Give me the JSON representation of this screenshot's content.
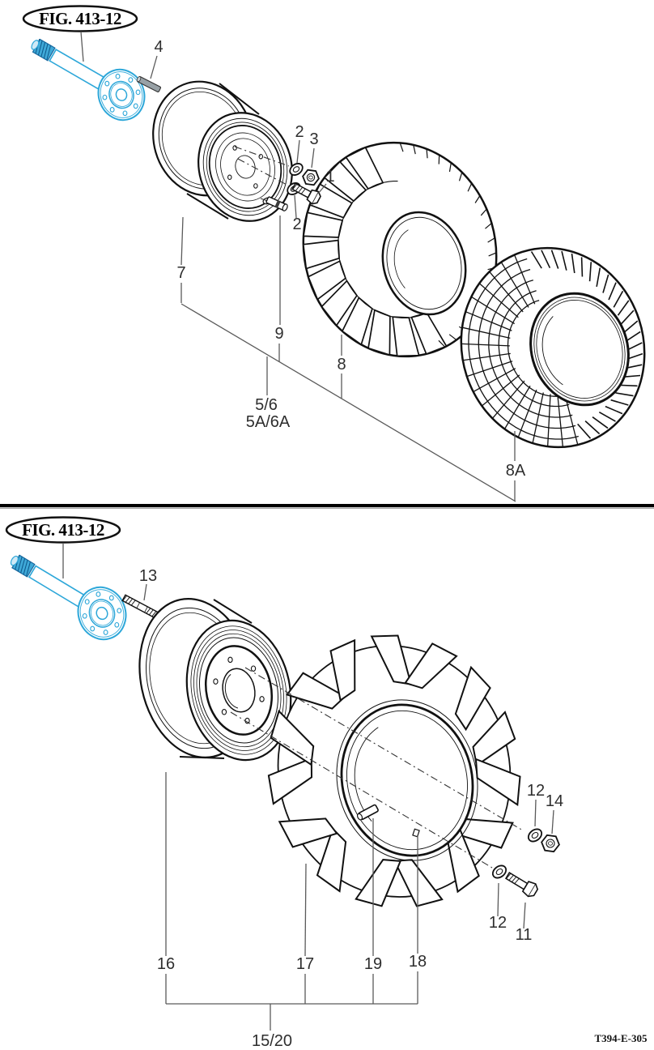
{
  "colors": {
    "axle_highlight": "#2da7d9",
    "axle_spline_fill": "#3fa9d8",
    "axle_spline_edge": "#19699f",
    "ink": "#111111",
    "leader": "#5a5a5a",
    "label_text": "#2e2e2e"
  },
  "doc_code": "T394-E-305",
  "sections": {
    "top": {
      "fig_label": "FIG. 413-12",
      "callouts": {
        "n1": "1",
        "n2_upper": "2",
        "n2_lower": "2",
        "n3": "3",
        "n4": "4",
        "n7": "7",
        "n8": "8",
        "n8a": "8A",
        "n9": "9",
        "n5_6": "5/6",
        "n5a_6a": "5A/6A"
      }
    },
    "bottom": {
      "fig_label": "FIG. 413-12",
      "callouts": {
        "n11": "11",
        "n12_upper": "12",
        "n12_lower": "12",
        "n13": "13",
        "n14": "14",
        "n15_20": "15/20",
        "n16": "16",
        "n17": "17",
        "n18": "18",
        "n19": "19"
      }
    }
  }
}
